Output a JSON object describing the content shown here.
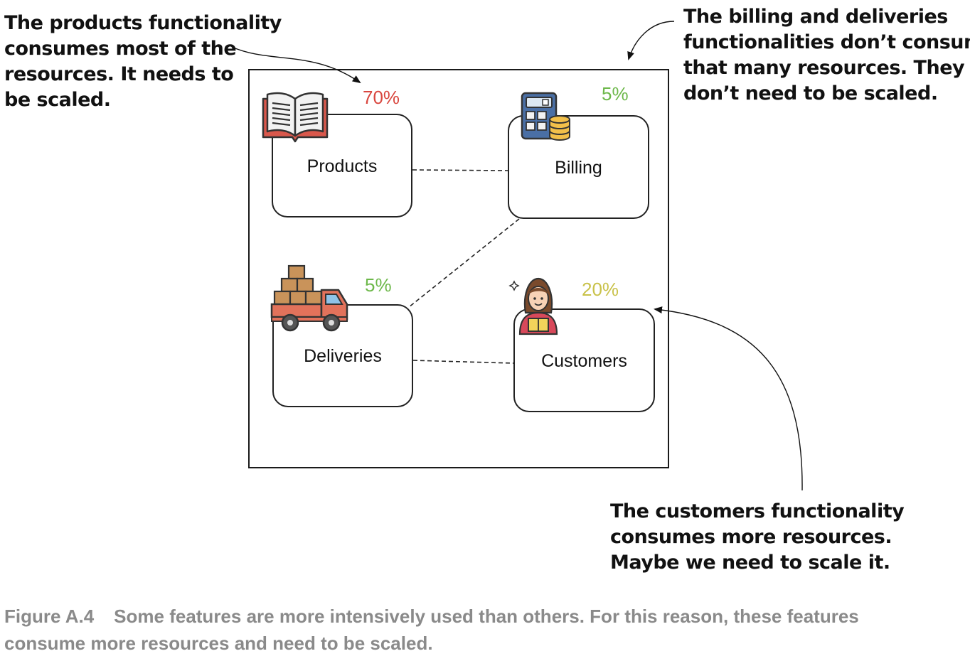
{
  "notes": {
    "products": [
      "The products functionality",
      "consumes most of the",
      "resources. It needs to",
      "be scaled."
    ],
    "billing": [
      "The billing and deliveries",
      "functionalities don’t consume",
      "that many resources. They",
      "don’t need to be scaled."
    ],
    "customers": [
      "The customers functionality",
      "consumes more resources.",
      "Maybe we need to scale it."
    ]
  },
  "services": [
    {
      "name": "Products",
      "usage": "70%",
      "usage_color": "#d9473f",
      "icon": "open-book-icon"
    },
    {
      "name": "Billing",
      "usage": "5%",
      "usage_color": "#6db84a",
      "icon": "calculator-coins-icon"
    },
    {
      "name": "Deliveries",
      "usage": "5%",
      "usage_color": "#6db84a",
      "icon": "delivery-truck-icon"
    },
    {
      "name": "Customers",
      "usage": "20%",
      "usage_color": "#c9c24a",
      "icon": "customer-person-icon"
    }
  ],
  "caption": {
    "label": "Figure A.4",
    "lines": [
      "Some features are more intensively used than others. For this reason, these features",
      "consume more resources and need to be scaled."
    ]
  }
}
